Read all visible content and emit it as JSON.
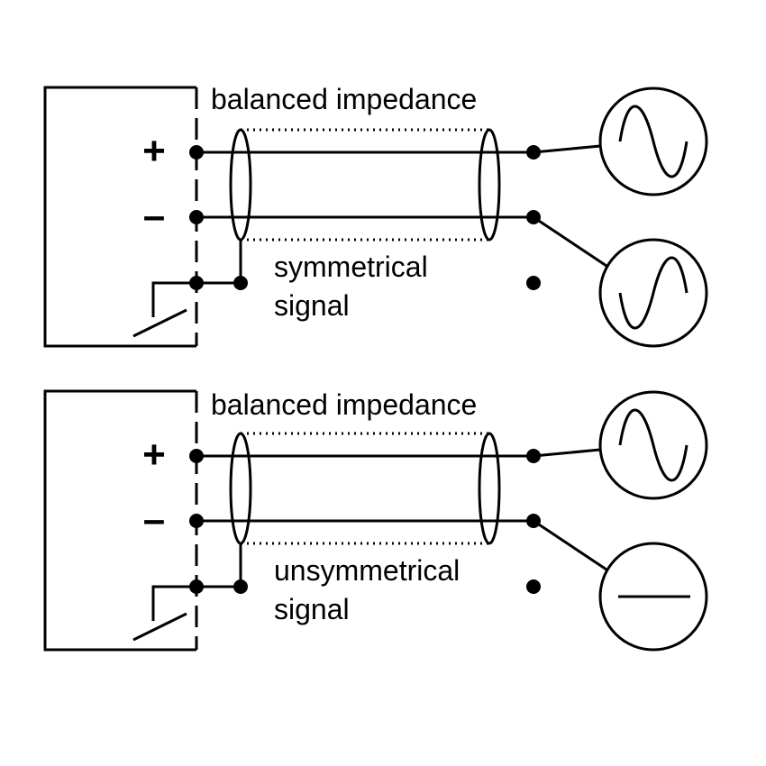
{
  "top": {
    "impedance_label": "balanced impedance",
    "plus_symbol": "+",
    "minus_symbol": "–",
    "signal_line1": "symmetrical",
    "signal_line2": "signal",
    "source_plus_icon": "sine-source-icon",
    "source_minus_icon": "inverted-sine-source-icon"
  },
  "bottom": {
    "impedance_label": "balanced impedance",
    "plus_symbol": "+",
    "minus_symbol": "–",
    "signal_line1": "unsymmetrical",
    "signal_line2": "signal",
    "source_plus_icon": "sine-source-icon",
    "source_minus_icon": "dc-source-icon"
  }
}
